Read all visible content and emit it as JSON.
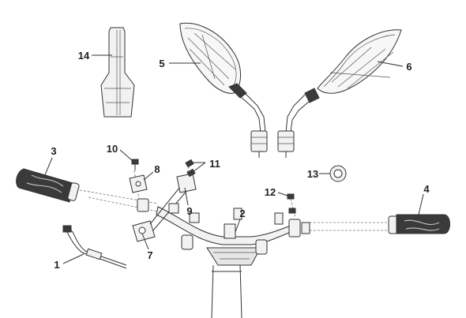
{
  "diagram": {
    "colors": {
      "line": "#333333",
      "grip_fill": "#3a3a3a",
      "part_fill": "#f2f2f2",
      "mirror_fill": "#f7f7f7"
    },
    "callouts": {
      "c1": "1",
      "c2": "2",
      "c3": "3",
      "c4": "4",
      "c5": "5",
      "c6": "6",
      "c7": "7",
      "c8": "8",
      "c9": "9",
      "c10": "10",
      "c11": "11",
      "c12": "12",
      "c13": "13",
      "c14": "14"
    },
    "parts": [
      "throttle-cable",
      "handlebar",
      "left-grip",
      "right-grip",
      "left-mirror",
      "right-mirror",
      "left-lever-bracket",
      "left-clamp",
      "switch-housing",
      "left-screw",
      "clamp-screws",
      "right-screws",
      "ring",
      "cover-panel"
    ]
  }
}
